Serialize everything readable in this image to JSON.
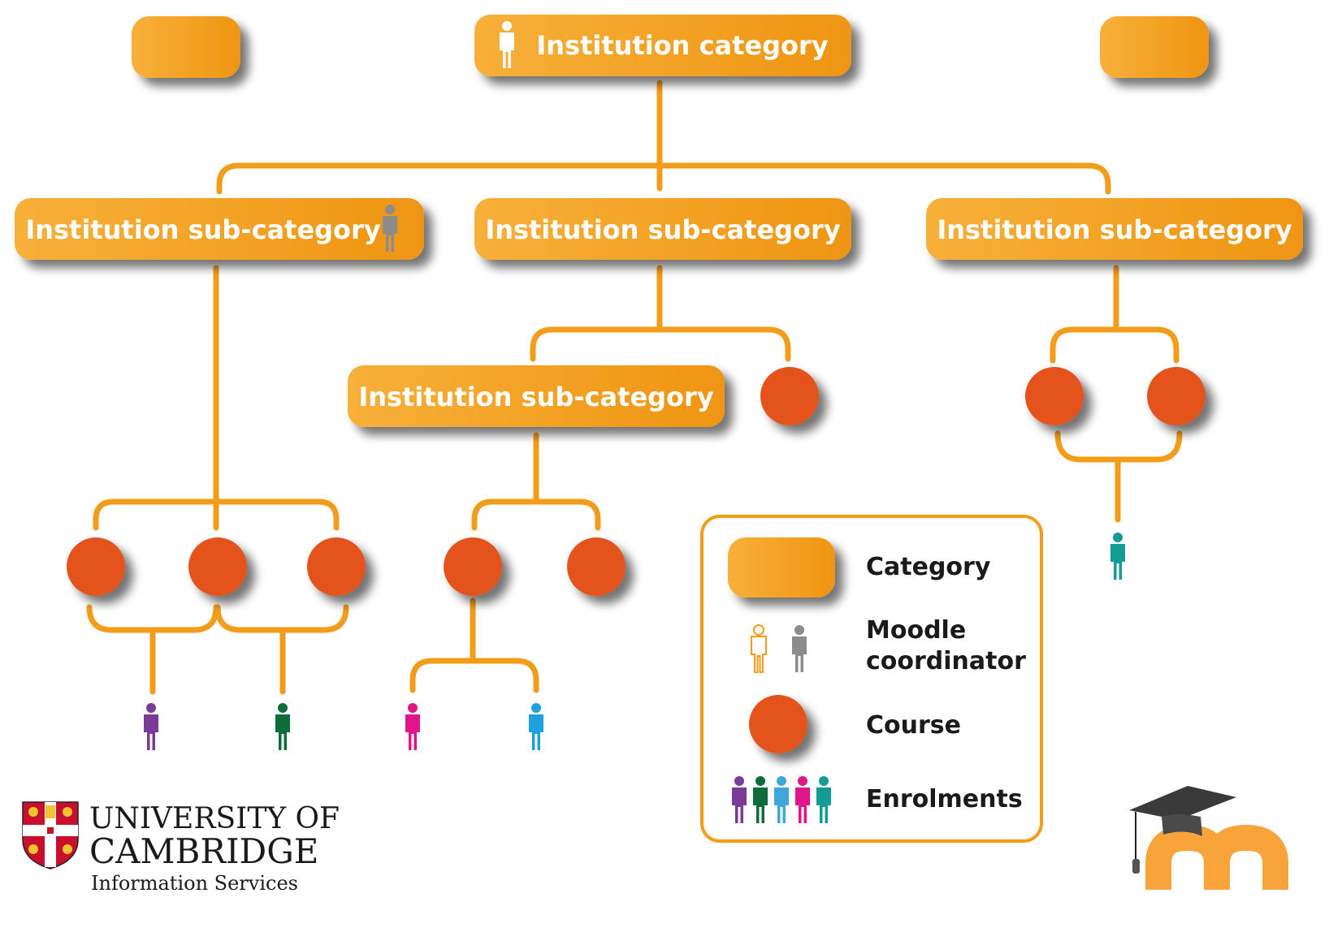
{
  "nodes": {
    "root": {
      "label": "Institution category"
    },
    "sub_left": {
      "label": "Institution sub-category"
    },
    "sub_middle": {
      "label": "Institution sub-category"
    },
    "sub_right": {
      "label": "Institution sub-category"
    },
    "sub_nested": {
      "label": "Institution sub-category"
    }
  },
  "legend": {
    "category": "Category",
    "coordinator_line1": "Moodle",
    "coordinator_line2": "coordinator",
    "course": "Course",
    "enrolments": "Enrolments"
  },
  "university": {
    "line1": "UNIVERSITY OF",
    "line2": "CAMBRIDGE",
    "line3": "Information Services"
  },
  "colors": {
    "orange_light": "#F7B03A",
    "orange_dark": "#EF9512",
    "course": "#E5531F",
    "connector": "#F39C1A",
    "purple": "#7B3A96",
    "green": "#0E6B3A",
    "magenta": "#E0158A",
    "blue": "#1FA0DE",
    "teal": "#139C94",
    "grey": "#8C8C8C"
  }
}
